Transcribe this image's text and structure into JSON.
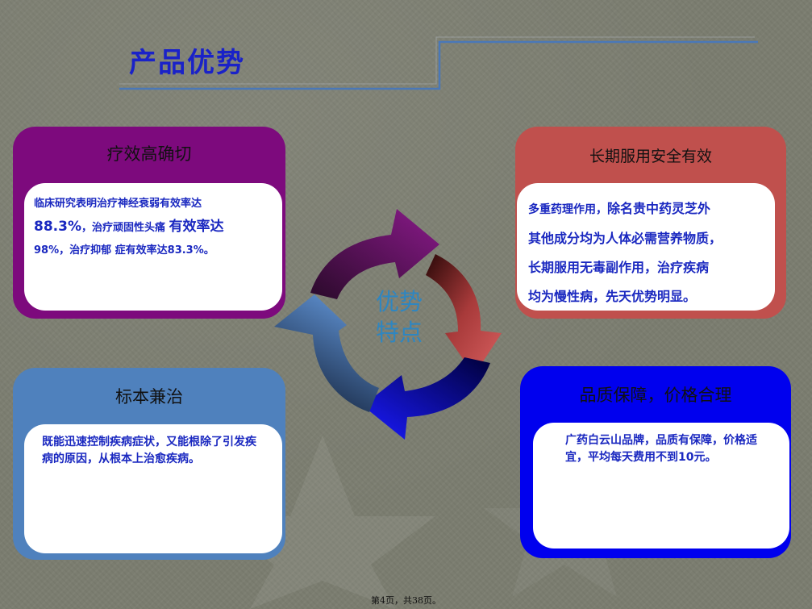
{
  "title": "产品优势",
  "center": {
    "line1": "优势",
    "line2": "特点"
  },
  "cards": {
    "top_left": {
      "heading": "疗效高确切",
      "line1": "临床研究表明治疗神经衰弱有效率达",
      "line2_big": "88.3%",
      "line2_small": "，治疗顽固性头痛",
      "line2_big2": "有效率达",
      "line3": "98%，治疗抑郁 症有效率达83.3%。"
    },
    "top_right": {
      "heading": "长期服用安全有效",
      "line1_small": "多重药理作用，",
      "line1_big": "除名贵中药灵芝外",
      "line2": "其他成分均为人体必需营养物质，",
      "line3": "长期服用无毒副作用，治疗疾病",
      "line4": "均为慢性病，先天优势明显。"
    },
    "bottom_left": {
      "heading": "标本兼治",
      "text": "既能迅速控制疾病症状，又能根除了引发疾病的原因，从根本上治愈疾病。"
    },
    "bottom_right": {
      "heading": "品质保障，价格合理",
      "text": "广药白云山品牌，品质有保障，价格适宜，平均每天费用不到10元。"
    }
  },
  "footer": "第4页，共38页。",
  "colors": {
    "title": "#1a22c8",
    "top_left": "#7d0a7d",
    "top_right": "#c0504d",
    "bottom_left": "#4f81bd",
    "bottom_right": "#0000ee",
    "body_text": "#1a28c0"
  }
}
